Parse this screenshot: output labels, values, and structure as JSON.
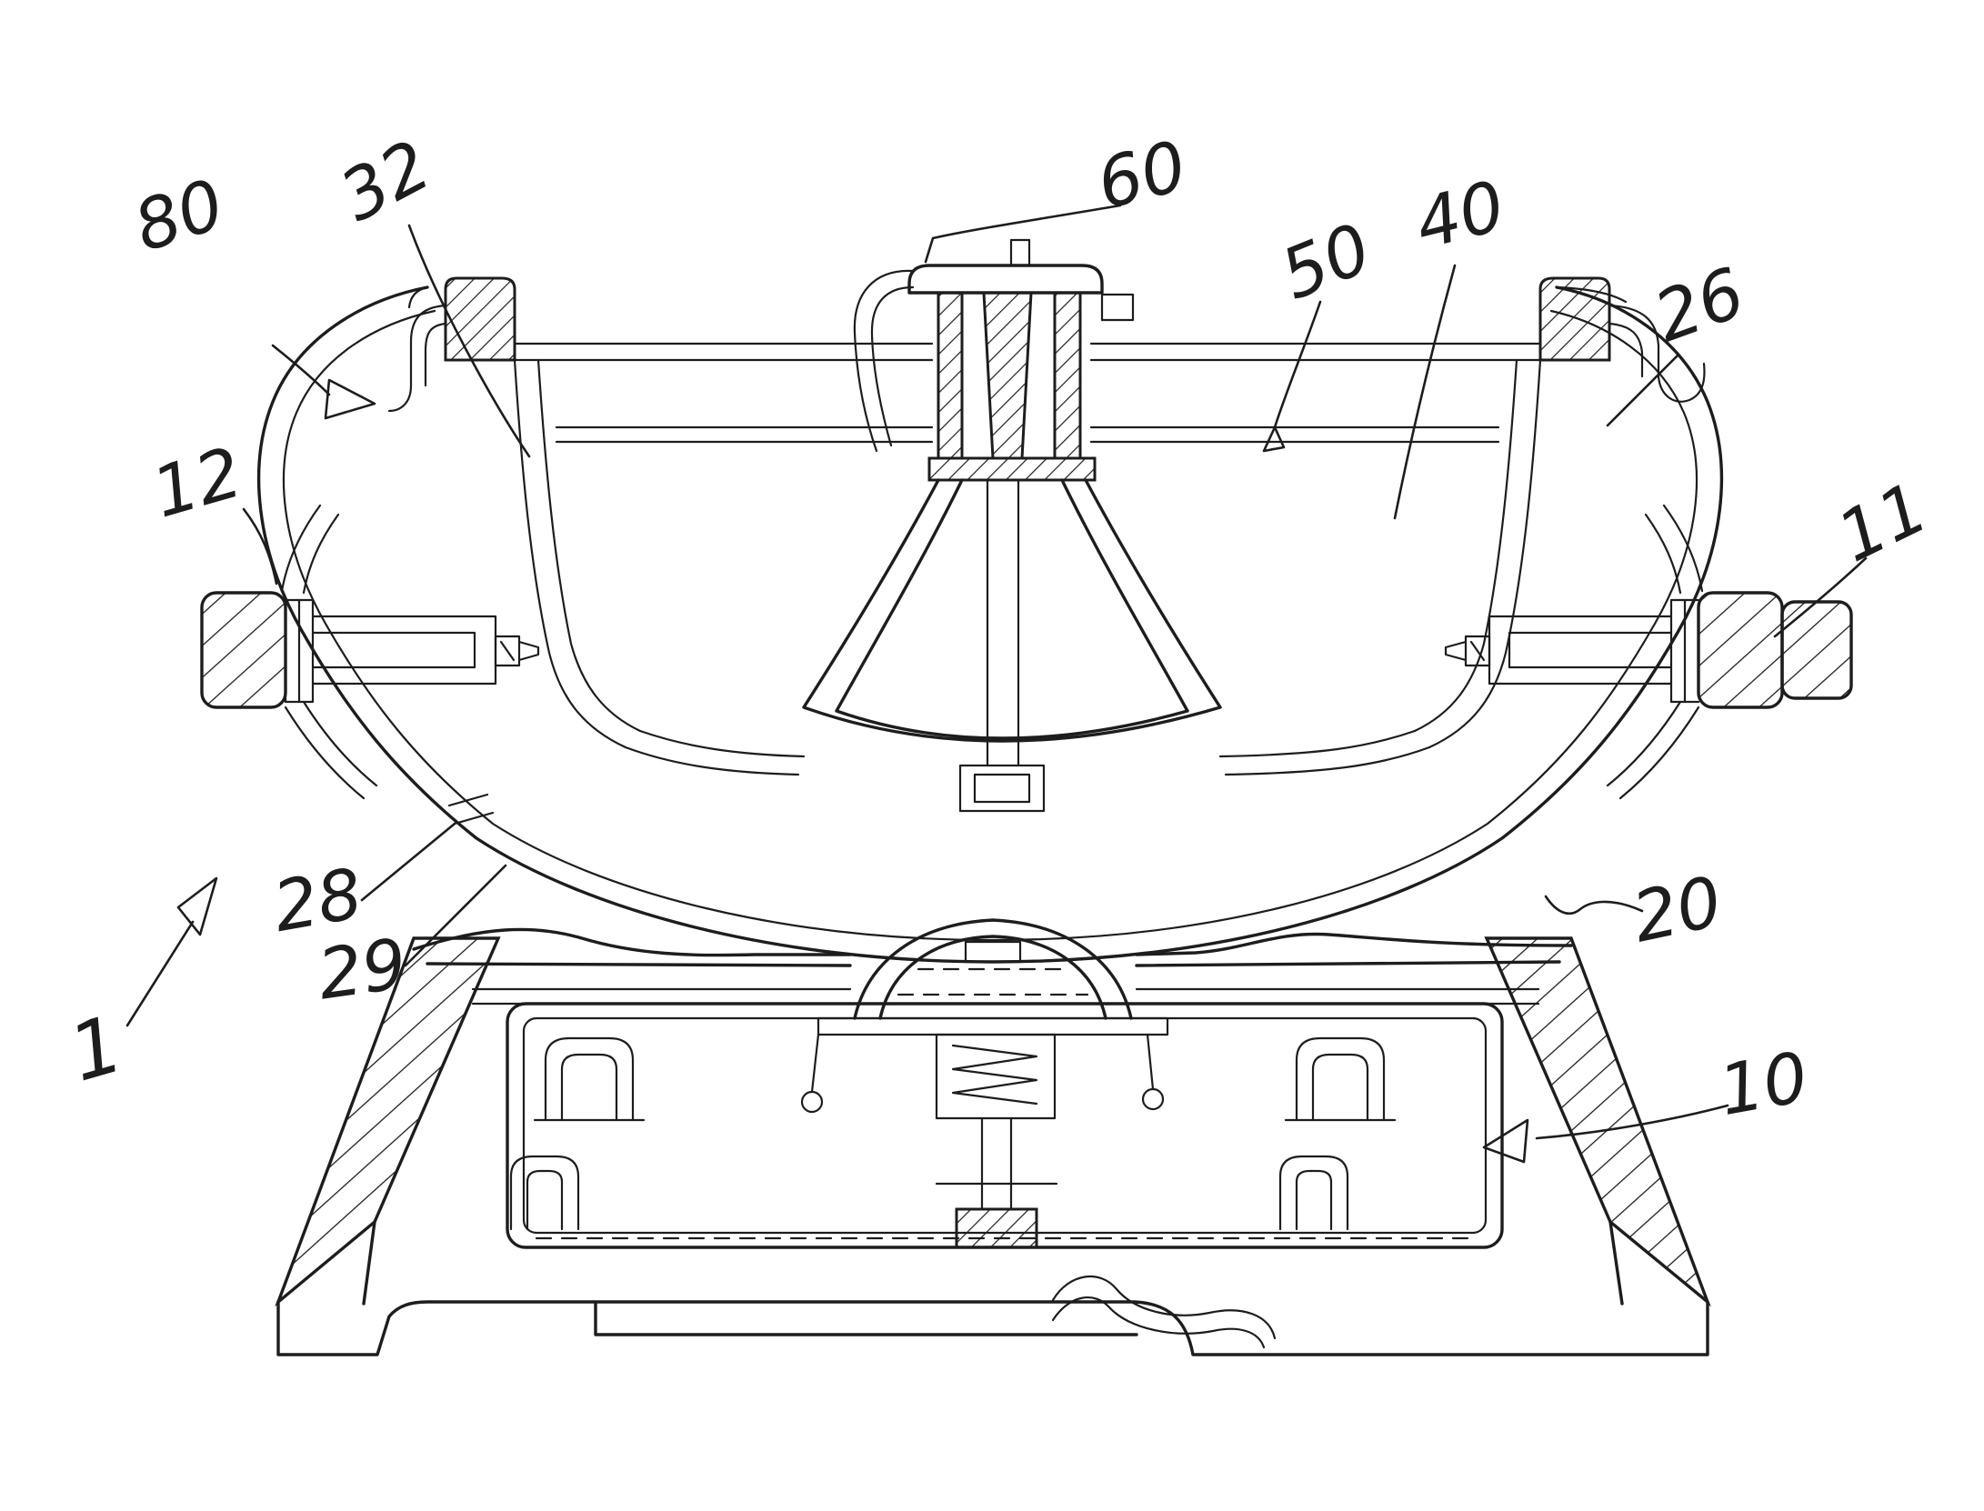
{
  "figure": {
    "kind": "patent cross-section line drawing",
    "description": "Hand-annotated sectional view of a tiltable cooking vessel with inner pot, central column, side trunnion bearings and a base stand containing a drive/latch mechanism",
    "colors": {
      "background": "#ffffff",
      "ink": "#1d1d1d"
    },
    "reference_labels": {
      "1": "1",
      "10": "10",
      "11": "11",
      "12": "12",
      "20": "20",
      "26": "26",
      "28": "28",
      "29": "29",
      "32": "32",
      "40": "40",
      "50": "50",
      "60": "60",
      "80": "80"
    }
  }
}
